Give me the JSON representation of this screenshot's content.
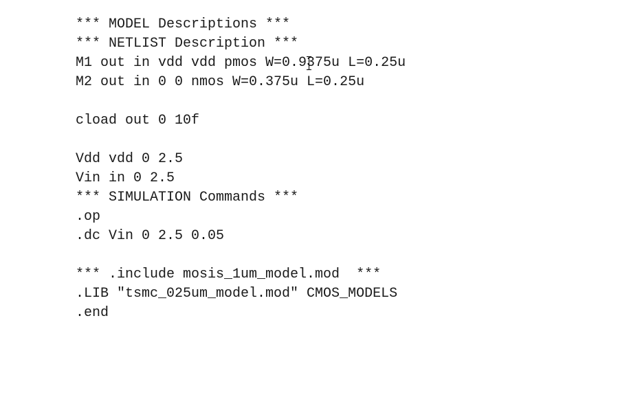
{
  "editor": {
    "lines": [
      "*** MODEL Descriptions ***",
      "*** NETLIST Description ***",
      "M1 out in vdd vdd pmos W=0.9375u L=0.25u",
      "M2 out in 0 0 nmos W=0.375u L=0.25u",
      "",
      "cload out 0 10f",
      "",
      "Vdd vdd 0 2.5",
      "Vin in 0 2.5",
      "*** SIMULATION Commands ***",
      ".op",
      ".dc Vin 0 2.5 0.05",
      "",
      "*** .include mosis_1um_model.mod  ***",
      ".LIB \"tsmc_025um_model.mod\" CMOS_MODELS",
      ".end"
    ],
    "cursor_icon": "text-ibeam-cursor-icon"
  }
}
